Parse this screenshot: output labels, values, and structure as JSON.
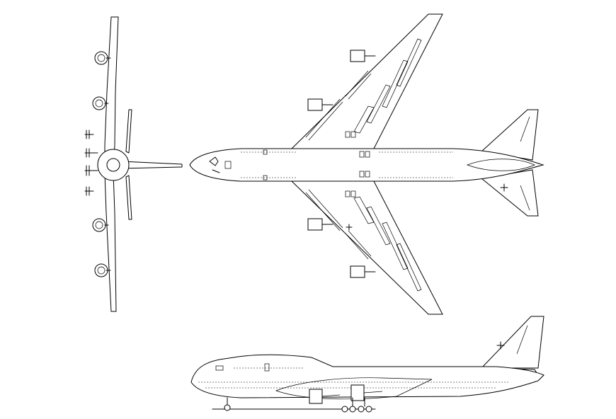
{
  "drawing": {
    "views": [
      "front-view",
      "top-view",
      "side-view"
    ],
    "stroke_color": "#000000",
    "background_color": "#ffffff"
  }
}
